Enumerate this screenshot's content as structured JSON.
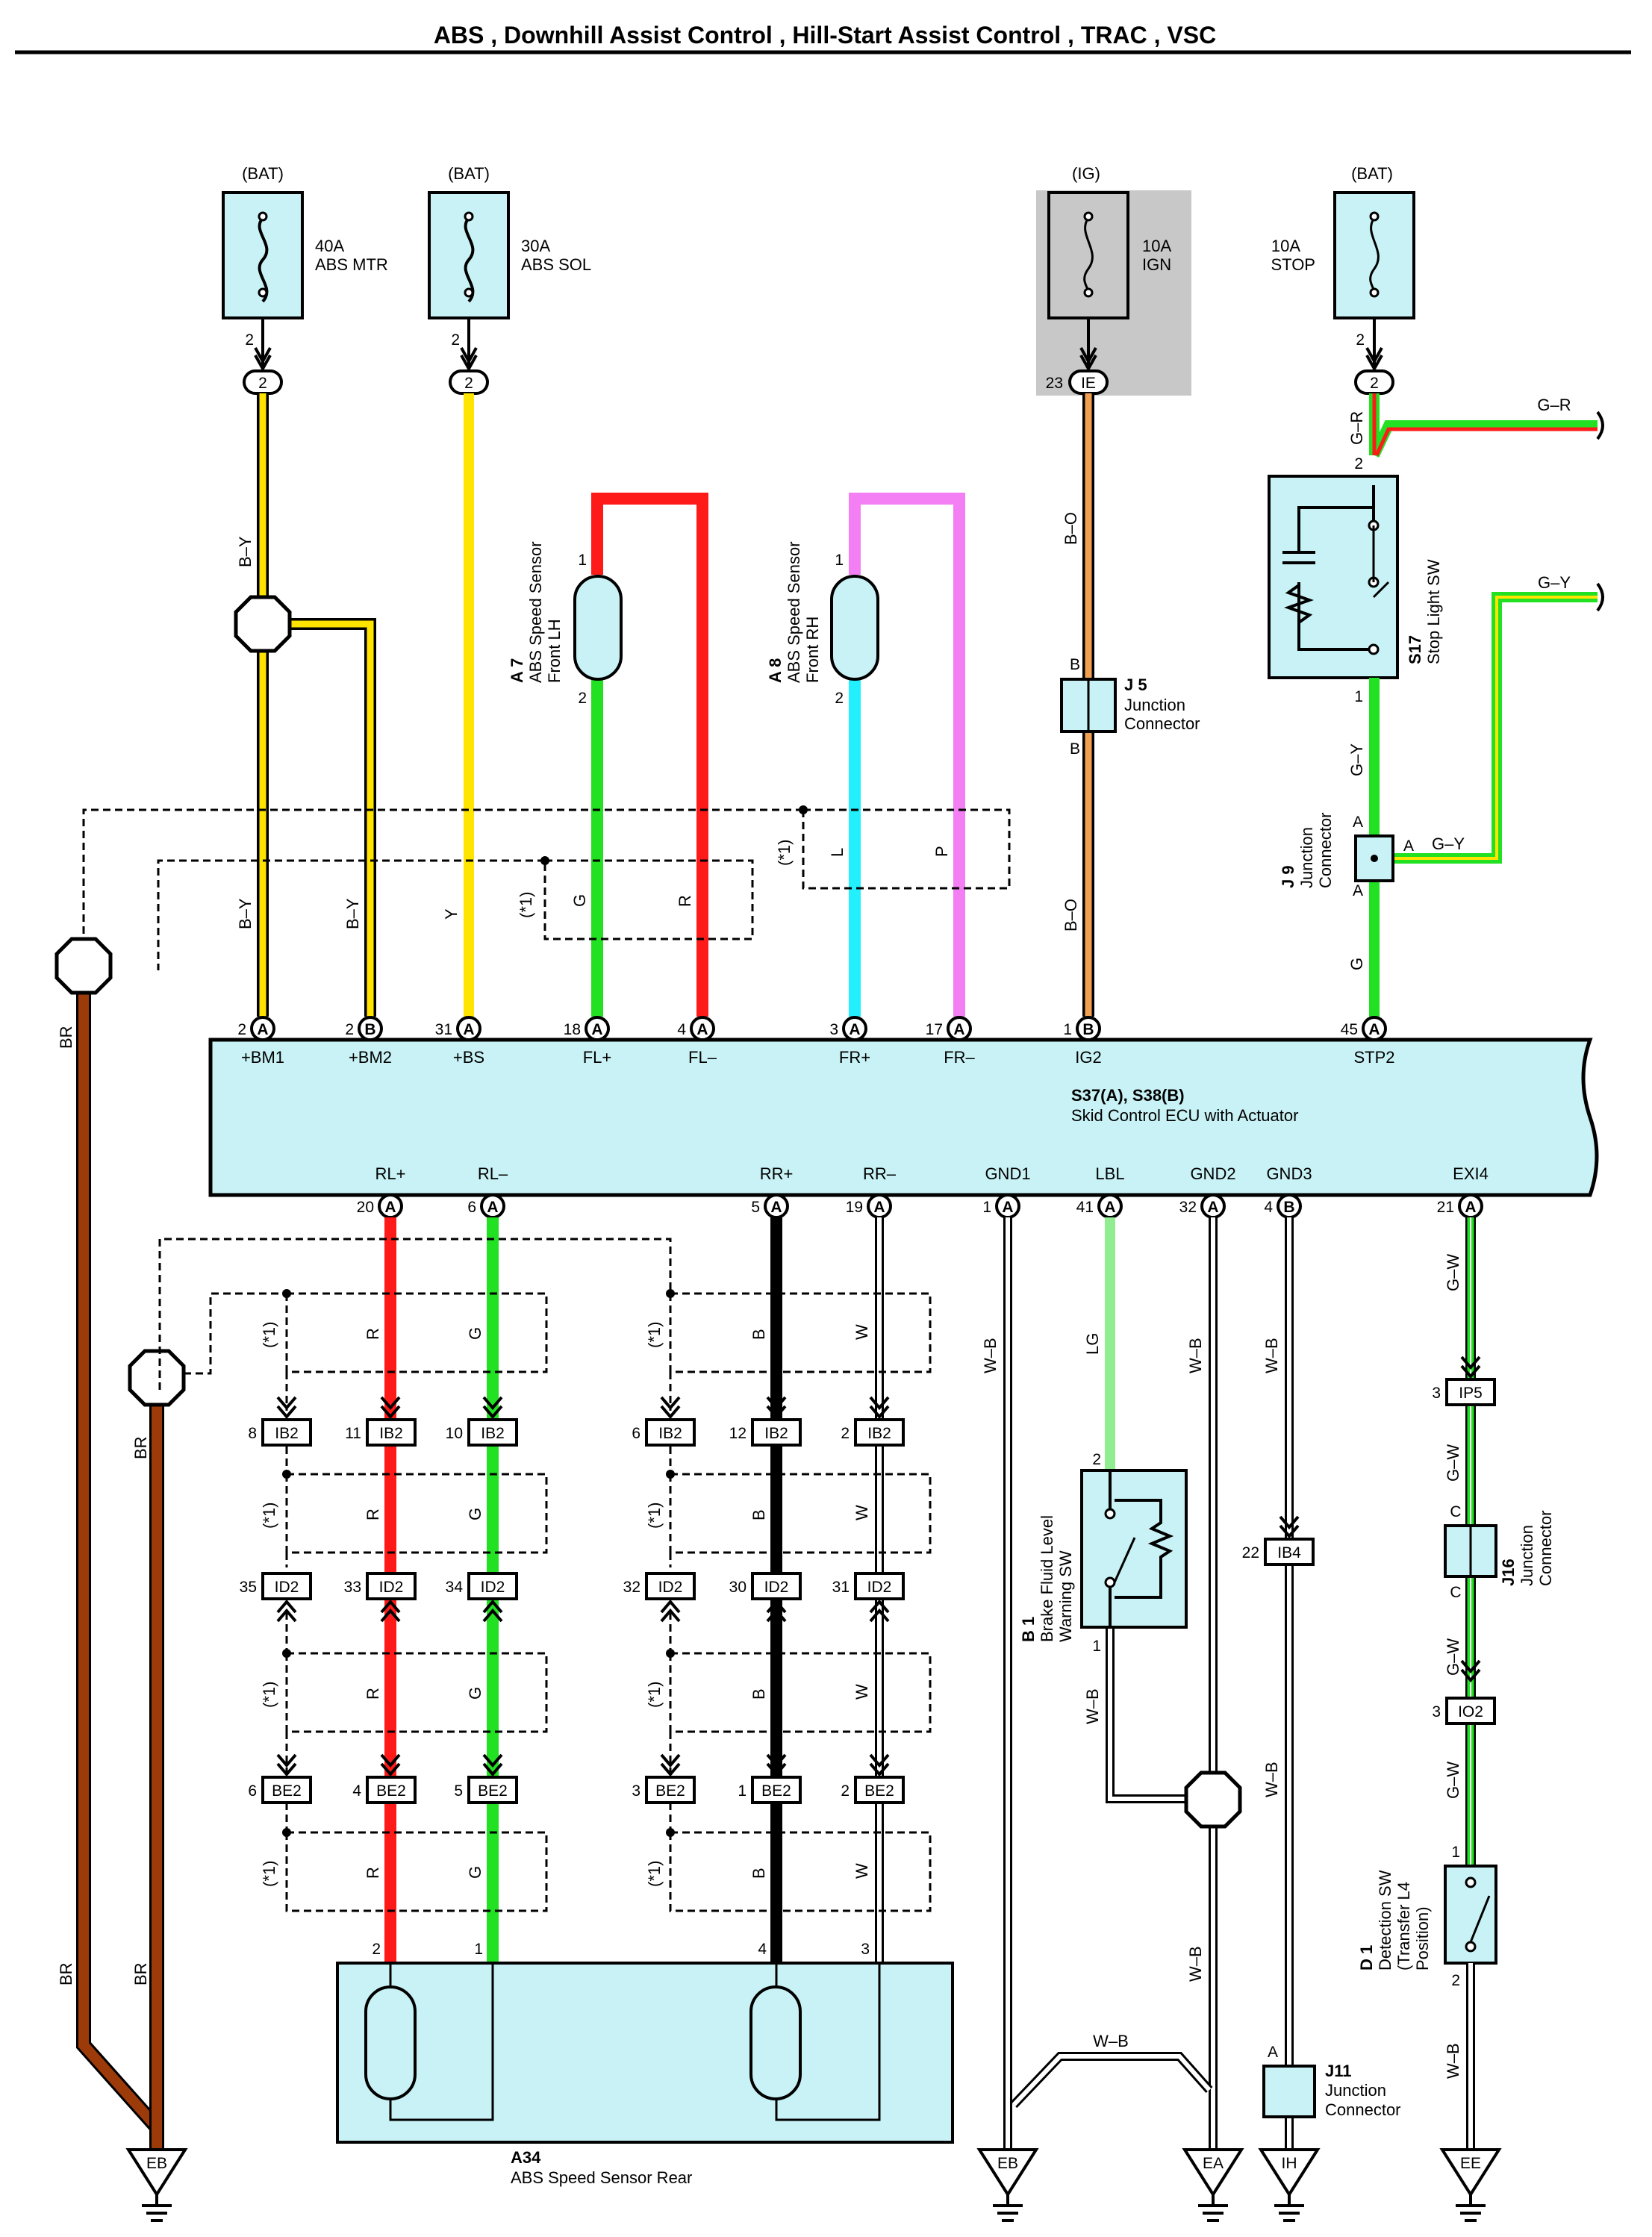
{
  "title": "ABS , Downhill Assist Control , Hill-Start Assist Control , TRAC , VSC",
  "colors": {
    "component_fill": "#c8f2f5",
    "black": "#000000",
    "yellow": "#ffe400",
    "red": "#ff1a1a",
    "green": "#22e022",
    "cyan": "#22f0ff",
    "pink": "#f47ff4",
    "orange": "#f0a050",
    "brown": "#9c3a0a",
    "lightgreen": "#90ee90",
    "shade": "#c8c8c8"
  },
  "fuses": [
    {
      "id": "bat1",
      "source": "(BAT)",
      "rating": "40A",
      "name": "ABS MTR",
      "pin": "2",
      "conn": "2"
    },
    {
      "id": "bat2",
      "source": "(BAT)",
      "rating": "30A",
      "name": "ABS SOL",
      "pin": "2",
      "conn": "2"
    },
    {
      "id": "ig",
      "source": "(IG)",
      "rating": "10A",
      "name": "IGN",
      "pin": "23",
      "conn": "IE"
    },
    {
      "id": "stop",
      "source": "(BAT)",
      "rating": "10A",
      "name": "STOP",
      "pin": "2",
      "conn": "2"
    }
  ],
  "ecu": {
    "id": "S37(A), S38(B)",
    "name": "Skid Control ECU with Actuator",
    "top_pins": [
      {
        "num": "2",
        "conn": "A",
        "signal": "+BM1",
        "wire": "B–Y"
      },
      {
        "num": "2",
        "conn": "B",
        "signal": "+BM2",
        "wire": "B–Y"
      },
      {
        "num": "31",
        "conn": "A",
        "signal": "+BS",
        "wire": "Y"
      },
      {
        "num": "18",
        "conn": "A",
        "signal": "FL+",
        "wire": "G"
      },
      {
        "num": "4",
        "conn": "A",
        "signal": "FL–",
        "wire": "R"
      },
      {
        "num": "3",
        "conn": "A",
        "signal": "FR+",
        "wire": "L"
      },
      {
        "num": "17",
        "conn": "A",
        "signal": "FR–",
        "wire": "P"
      },
      {
        "num": "1",
        "conn": "B",
        "signal": "IG2",
        "wire": "B–O"
      },
      {
        "num": "45",
        "conn": "A",
        "signal": "STP2",
        "wire": "G"
      }
    ],
    "bottom_pins": [
      {
        "num": "20",
        "conn": "A",
        "signal": "RL+"
      },
      {
        "num": "6",
        "conn": "A",
        "signal": "RL–"
      },
      {
        "num": "5",
        "conn": "A",
        "signal": "RR+"
      },
      {
        "num": "19",
        "conn": "A",
        "signal": "RR–"
      },
      {
        "num": "1",
        "conn": "A",
        "signal": "GND1"
      },
      {
        "num": "41",
        "conn": "A",
        "signal": "LBL"
      },
      {
        "num": "32",
        "conn": "A",
        "signal": "GND2"
      },
      {
        "num": "4",
        "conn": "B",
        "signal": "GND3"
      },
      {
        "num": "21",
        "conn": "A",
        "signal": "EXI4"
      }
    ]
  },
  "sensors": {
    "a7": {
      "id": "A 7",
      "name": "ABS Speed Sensor",
      "sub": "Front LH",
      "pin1": "1",
      "pin2": "2"
    },
    "a8": {
      "id": "A 8",
      "name": "ABS Speed Sensor",
      "sub": "Front RH",
      "pin1": "1",
      "pin2": "2"
    },
    "a34": {
      "id": "A34",
      "name": "ABS Speed Sensor Rear",
      "pins": [
        "2",
        "1",
        "4",
        "3"
      ]
    }
  },
  "switches": {
    "s17": {
      "id": "S17",
      "name": "Stop Light SW",
      "pin_top": "2",
      "pin_bottom": "1"
    },
    "b1": {
      "id": "B 1",
      "name": "Brake Fluid Level",
      "sub": "Warning SW",
      "pin_top": "2",
      "pin_bottom": "1"
    },
    "d1": {
      "id": "D 1",
      "name": "Detection SW",
      "sub1": "(Transfer L4",
      "sub2": "Position)",
      "pin_top": "1",
      "pin_bottom": "2"
    }
  },
  "junctions": {
    "j5": {
      "id": "J 5",
      "name": "Junction",
      "sub": "Connector",
      "pin": "B"
    },
    "j9": {
      "id": "J 9",
      "name": "Junction",
      "sub": "Connector",
      "pin": "A"
    },
    "j16": {
      "id": "J16",
      "name": "Junction",
      "sub": "Connector",
      "pin": "C"
    },
    "j11": {
      "id": "J11",
      "name": "Junction",
      "sub": "Connector",
      "pin": "A"
    }
  },
  "wire_labels": {
    "by": "B–Y",
    "y": "Y",
    "g": "G",
    "r": "R",
    "l": "L",
    "p": "P",
    "bo": "B–O",
    "gr": "G–R",
    "gy": "G–Y",
    "br": "BR",
    "b": "B",
    "w": "W",
    "wb": "W–B",
    "lg": "LG",
    "gw": "G–W",
    "note": "(*1)"
  },
  "inline_connectors": {
    "ib2": {
      "name": "IB2",
      "pins": [
        "8",
        "11",
        "10",
        "6",
        "12",
        "2"
      ]
    },
    "id2": {
      "name": "ID2",
      "pins": [
        "35",
        "33",
        "34",
        "32",
        "30",
        "31"
      ]
    },
    "be2": {
      "name": "BE2",
      "pins": [
        "6",
        "4",
        "5",
        "3",
        "1",
        "2"
      ]
    },
    "ip5": {
      "name": "IP5",
      "pin": "3"
    },
    "ib4": {
      "name": "IB4",
      "pin": "22"
    },
    "io2": {
      "name": "IO2",
      "pin": "3"
    }
  },
  "grounds": [
    "EB",
    "EB",
    "EA",
    "IH",
    "EE"
  ]
}
